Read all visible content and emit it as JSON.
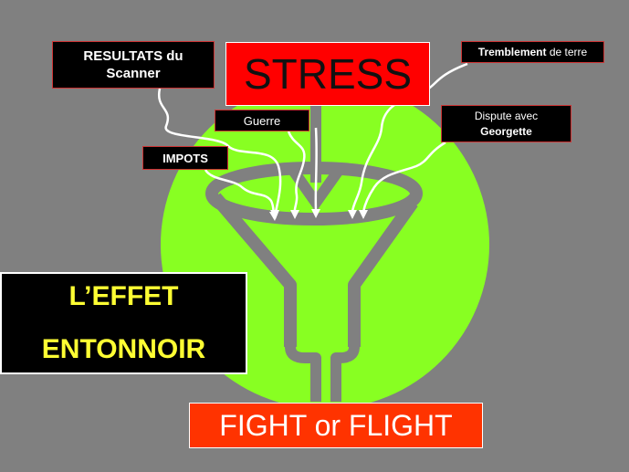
{
  "title": "STRESS",
  "sources": {
    "resultats_line1": "RESULTATS du",
    "resultats_line2": "Scanner",
    "guerre": "Guerre",
    "impots": "IMPOTS",
    "tremblement_bold": "Tremblement",
    "tremblement_rest": " de terre",
    "dispute_line1": "Dispute avec",
    "dispute_line2": "Georgette"
  },
  "effect": {
    "line1": "L’EFFET",
    "line2": "ENTONNOIR"
  },
  "outcome": "FIGHT or FLIGHT",
  "colors": {
    "background": "#808080",
    "circle": "#88ff22",
    "funnel": "#808080",
    "stress_box": "#ff0000",
    "outcome_box": "#ff3300",
    "effect_text": "#ffff33"
  }
}
